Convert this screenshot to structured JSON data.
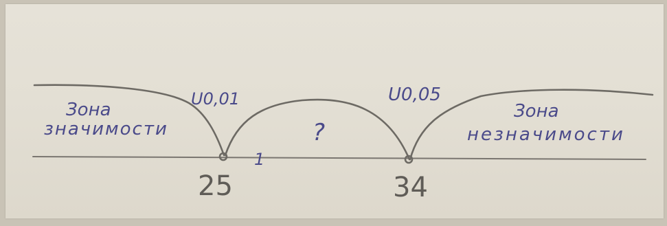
{
  "zones": {
    "left_line1": "Зона",
    "left_line2": "значимости",
    "right_line1": "Зона",
    "right_line2": "незначимости"
  },
  "critical_values": {
    "left_label": "U0,01",
    "right_label": "U0,05"
  },
  "axis": {
    "tick_left": "25",
    "tick_right": "34"
  },
  "middle_mark": "?",
  "point_mark": "1"
}
